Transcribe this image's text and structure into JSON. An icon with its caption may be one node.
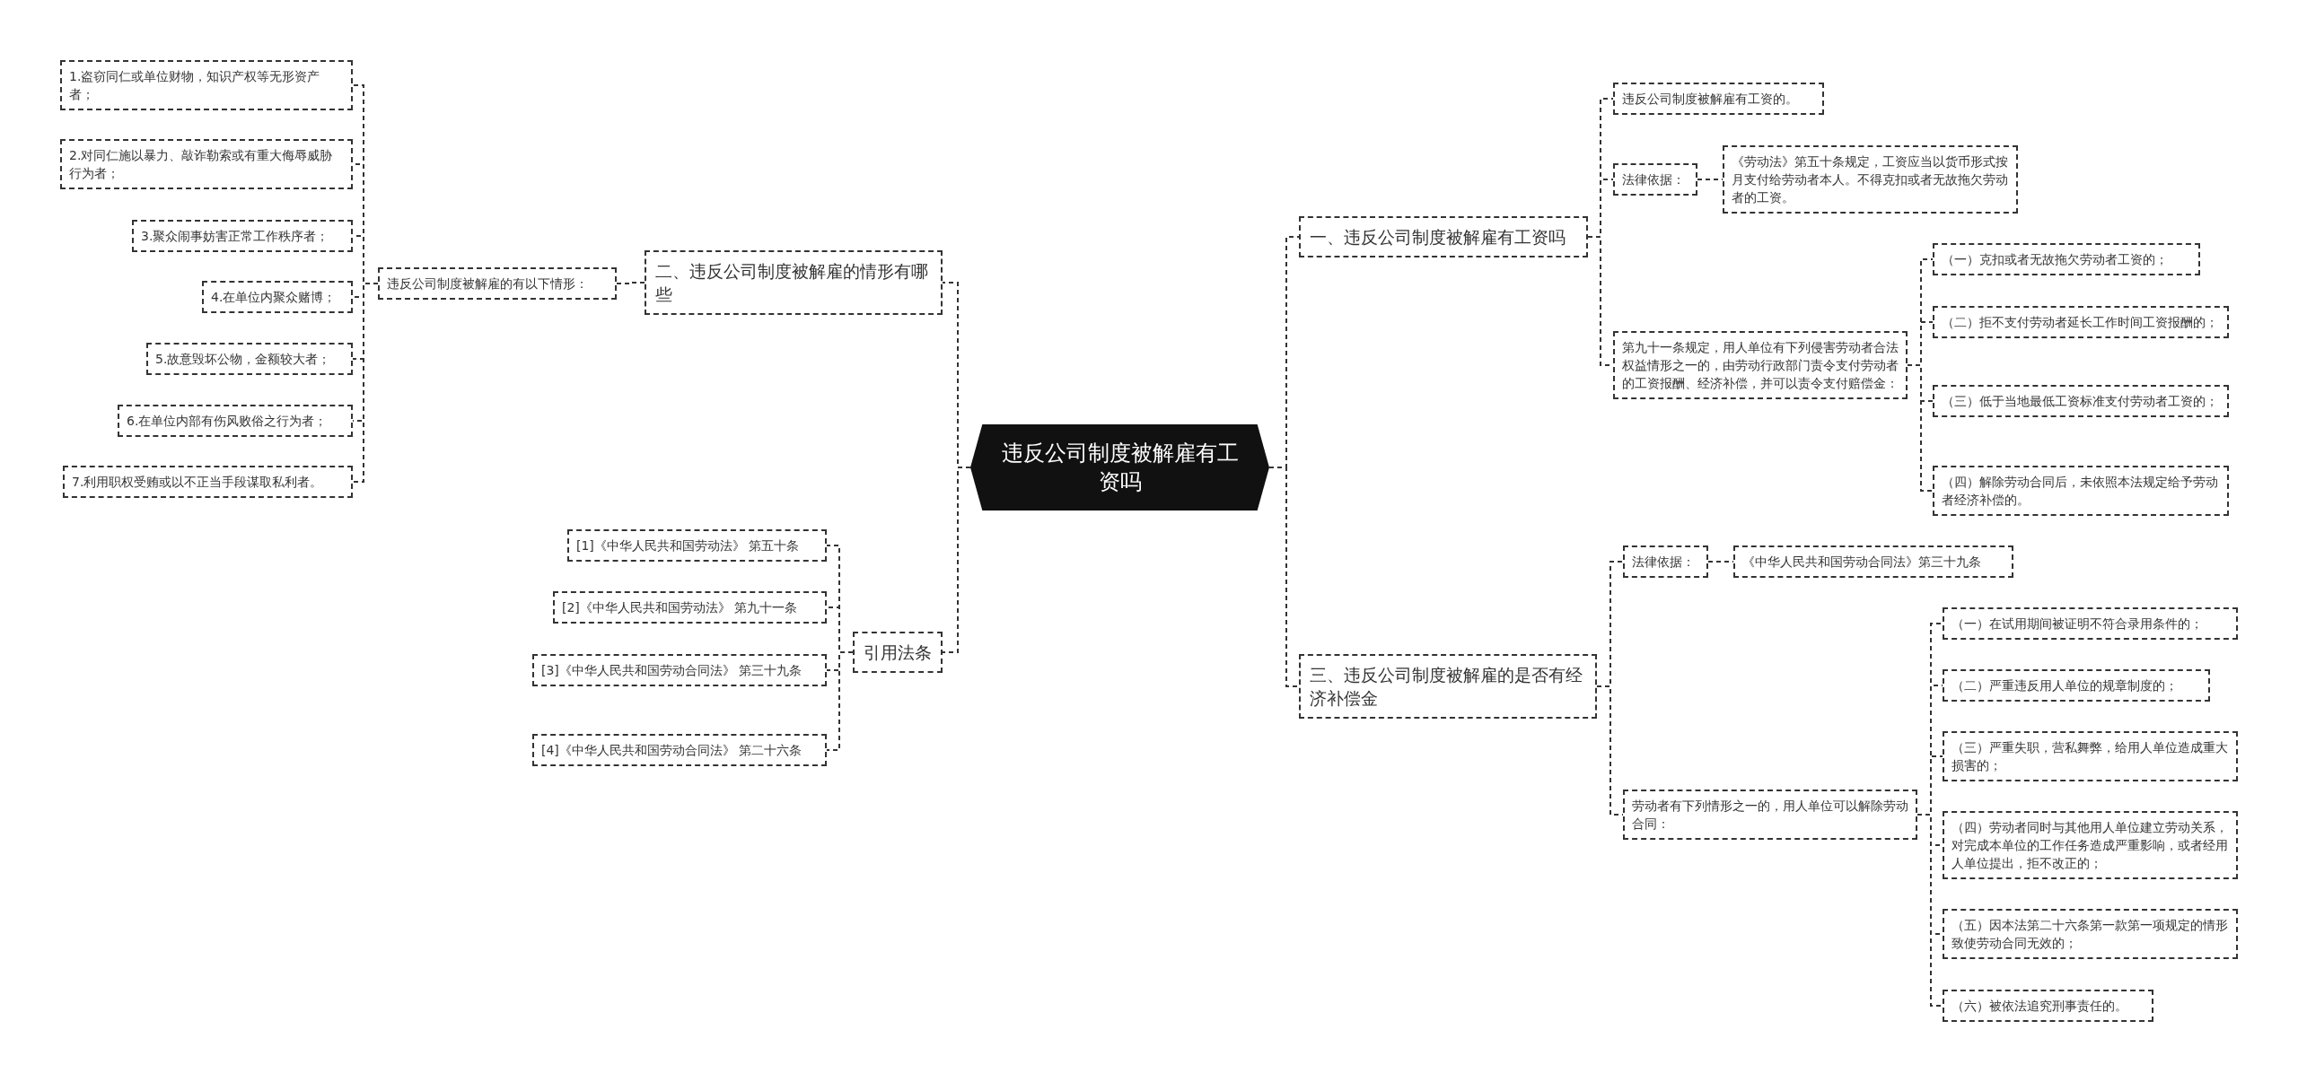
{
  "diagram": {
    "nodes": [
      {
        "text": [
          "违反公司制度被解雇有工资吗"
        ]
      },
      {
        "text": [
          "二、违反公司制度被解雇的情形有哪些"
        ]
      },
      {
        "text": [
          "违反公司制度被解雇的有以下情形："
        ]
      },
      {
        "text": [
          "1.盗窃同仁或单位财物，知识产权等无形资产者；"
        ]
      },
      {
        "text": [
          "2.对同仁施以暴力、敲诈勒索或有重大侮辱威胁行为者；"
        ]
      },
      {
        "text": [
          "3.聚众闹事妨害正常工作秩序者；"
        ]
      },
      {
        "text": [
          "4.在单位内聚众赌博；"
        ]
      },
      {
        "text": [
          "5.故意毁坏公物，金额较大者；"
        ]
      },
      {
        "text": [
          "6.在单位内部有伤风败俗之行为者；"
        ]
      },
      {
        "text": [
          "7.利用职权受贿或以不正当手段谋取私利者。"
        ]
      },
      {
        "text": [
          "引用法条"
        ]
      },
      {
        "text": [
          "[1]《中华人民共和国劳动法》 第五十条"
        ]
      },
      {
        "text": [
          "[2]《中华人民共和国劳动法》 第九十一条"
        ]
      },
      {
        "text": [
          "[3]《中华人民共和国劳动合同法》 第三十九条"
        ]
      },
      {
        "text": [
          "[4]《中华人民共和国劳动合同法》 第二十六条"
        ]
      },
      {
        "text": [
          "一、违反公司制度被解雇有工资吗"
        ]
      },
      {
        "text": [
          "违反公司制度被解雇有工资的。"
        ]
      },
      {
        "text": [
          "法律依据："
        ]
      },
      {
        "text": [
          "《劳动法》第五十条规定，工资应当以货币形式按月支付给劳动者本人。不得克扣或者无故拖欠劳动者的工资。"
        ]
      },
      {
        "text": [
          "第九十一条规定，用人单位有下列侵害劳动者合法权益情形之一的，由劳动行政部门责令支付劳动者的工资报酬、经济补偿，并可以责令支付赔偿金："
        ]
      },
      {
        "text": [
          "（一）克扣或者无故拖欠劳动者工资的；"
        ]
      },
      {
        "text": [
          "（二）拒不支付劳动者延长工作时间工资报酬的；"
        ]
      },
      {
        "text": [
          "（三）低于当地最低工资标准支付劳动者工资的；"
        ]
      },
      {
        "text": [
          "（四）解除劳动合同后，未依照本法规定给予劳动者经济补偿的。"
        ]
      },
      {
        "text": [
          "三、违反公司制度被解雇的是否有经济补偿金"
        ]
      },
      {
        "text": [
          "法律依据："
        ]
      },
      {
        "text": [
          "《中华人民共和国劳动合同法》第三十九条"
        ]
      },
      {
        "text": [
          "劳动者有下列情形之一的，用人单位可以解除劳动合同："
        ]
      },
      {
        "text": [
          "（一）在试用期间被证明不符合录用条件的；"
        ]
      },
      {
        "text": [
          "（二）严重违反用人单位的规章制度的；"
        ]
      },
      {
        "text": [
          "（三）严重失职，营私舞弊，给用人单位造成重大损害的；"
        ]
      },
      {
        "text": [
          "（四）劳动者同时与其他用人单位建立劳动关系，对完成本单位的工作任务造成严重影响，或者经用人单位提出，拒不改正的；"
        ]
      },
      {
        "text": [
          "（五）因本法第二十六条第一款第一项规定的情形致使劳动合同无效的；"
        ]
      },
      {
        "text": [
          "（六）被依法追究刑事责任的。"
        ]
      }
    ],
    "edges": [
      {
        "from": 0,
        "to": 1,
        "arrow": "none"
      },
      {
        "from": 1,
        "to": 2,
        "arrow": "none"
      },
      {
        "from": 2,
        "to": 3,
        "arrow": "none"
      },
      {
        "from": 2,
        "to": 4,
        "arrow": "none"
      },
      {
        "from": 2,
        "to": 5,
        "arrow": "none"
      },
      {
        "from": 2,
        "to": 6,
        "arrow": "none"
      },
      {
        "from": 2,
        "to": 7,
        "arrow": "none"
      },
      {
        "from": 2,
        "to": 8,
        "arrow": "none"
      },
      {
        "from": 2,
        "to": 9,
        "arrow": "none"
      },
      {
        "from": 0,
        "to": 10,
        "arrow": "none"
      },
      {
        "from": 10,
        "to": 11,
        "arrow": "none"
      },
      {
        "from": 10,
        "to": 12,
        "arrow": "none"
      },
      {
        "from": 10,
        "to": 13,
        "arrow": "none"
      },
      {
        "from": 10,
        "to": 14,
        "arrow": "none"
      },
      {
        "from": 0,
        "to": 15,
        "arrow": "none"
      },
      {
        "from": 15,
        "to": 16,
        "arrow": "none"
      },
      {
        "from": 15,
        "to": 17,
        "arrow": "none"
      },
      {
        "from": 17,
        "to": 18,
        "arrow": "none"
      },
      {
        "from": 15,
        "to": 19,
        "arrow": "none"
      },
      {
        "from": 19,
        "to": 20,
        "arrow": "none"
      },
      {
        "from": 19,
        "to": 21,
        "arrow": "none"
      },
      {
        "from": 19,
        "to": 22,
        "arrow": "none"
      },
      {
        "from": 19,
        "to": 23,
        "arrow": "none"
      },
      {
        "from": 0,
        "to": 24,
        "arrow": "none"
      },
      {
        "from": 24,
        "to": 25,
        "arrow": "none"
      },
      {
        "from": 25,
        "to": 26,
        "arrow": "none"
      },
      {
        "from": 24,
        "to": 27,
        "arrow": "none"
      },
      {
        "from": 27,
        "to": 28,
        "arrow": "none"
      },
      {
        "from": 27,
        "to": 29,
        "arrow": "none"
      },
      {
        "from": 27,
        "to": 30,
        "arrow": "none"
      },
      {
        "from": 27,
        "to": 31,
        "arrow": "none"
      },
      {
        "from": 27,
        "to": 32,
        "arrow": "none"
      },
      {
        "from": 27,
        "to": 33,
        "arrow": "none"
      }
    ]
  }
}
